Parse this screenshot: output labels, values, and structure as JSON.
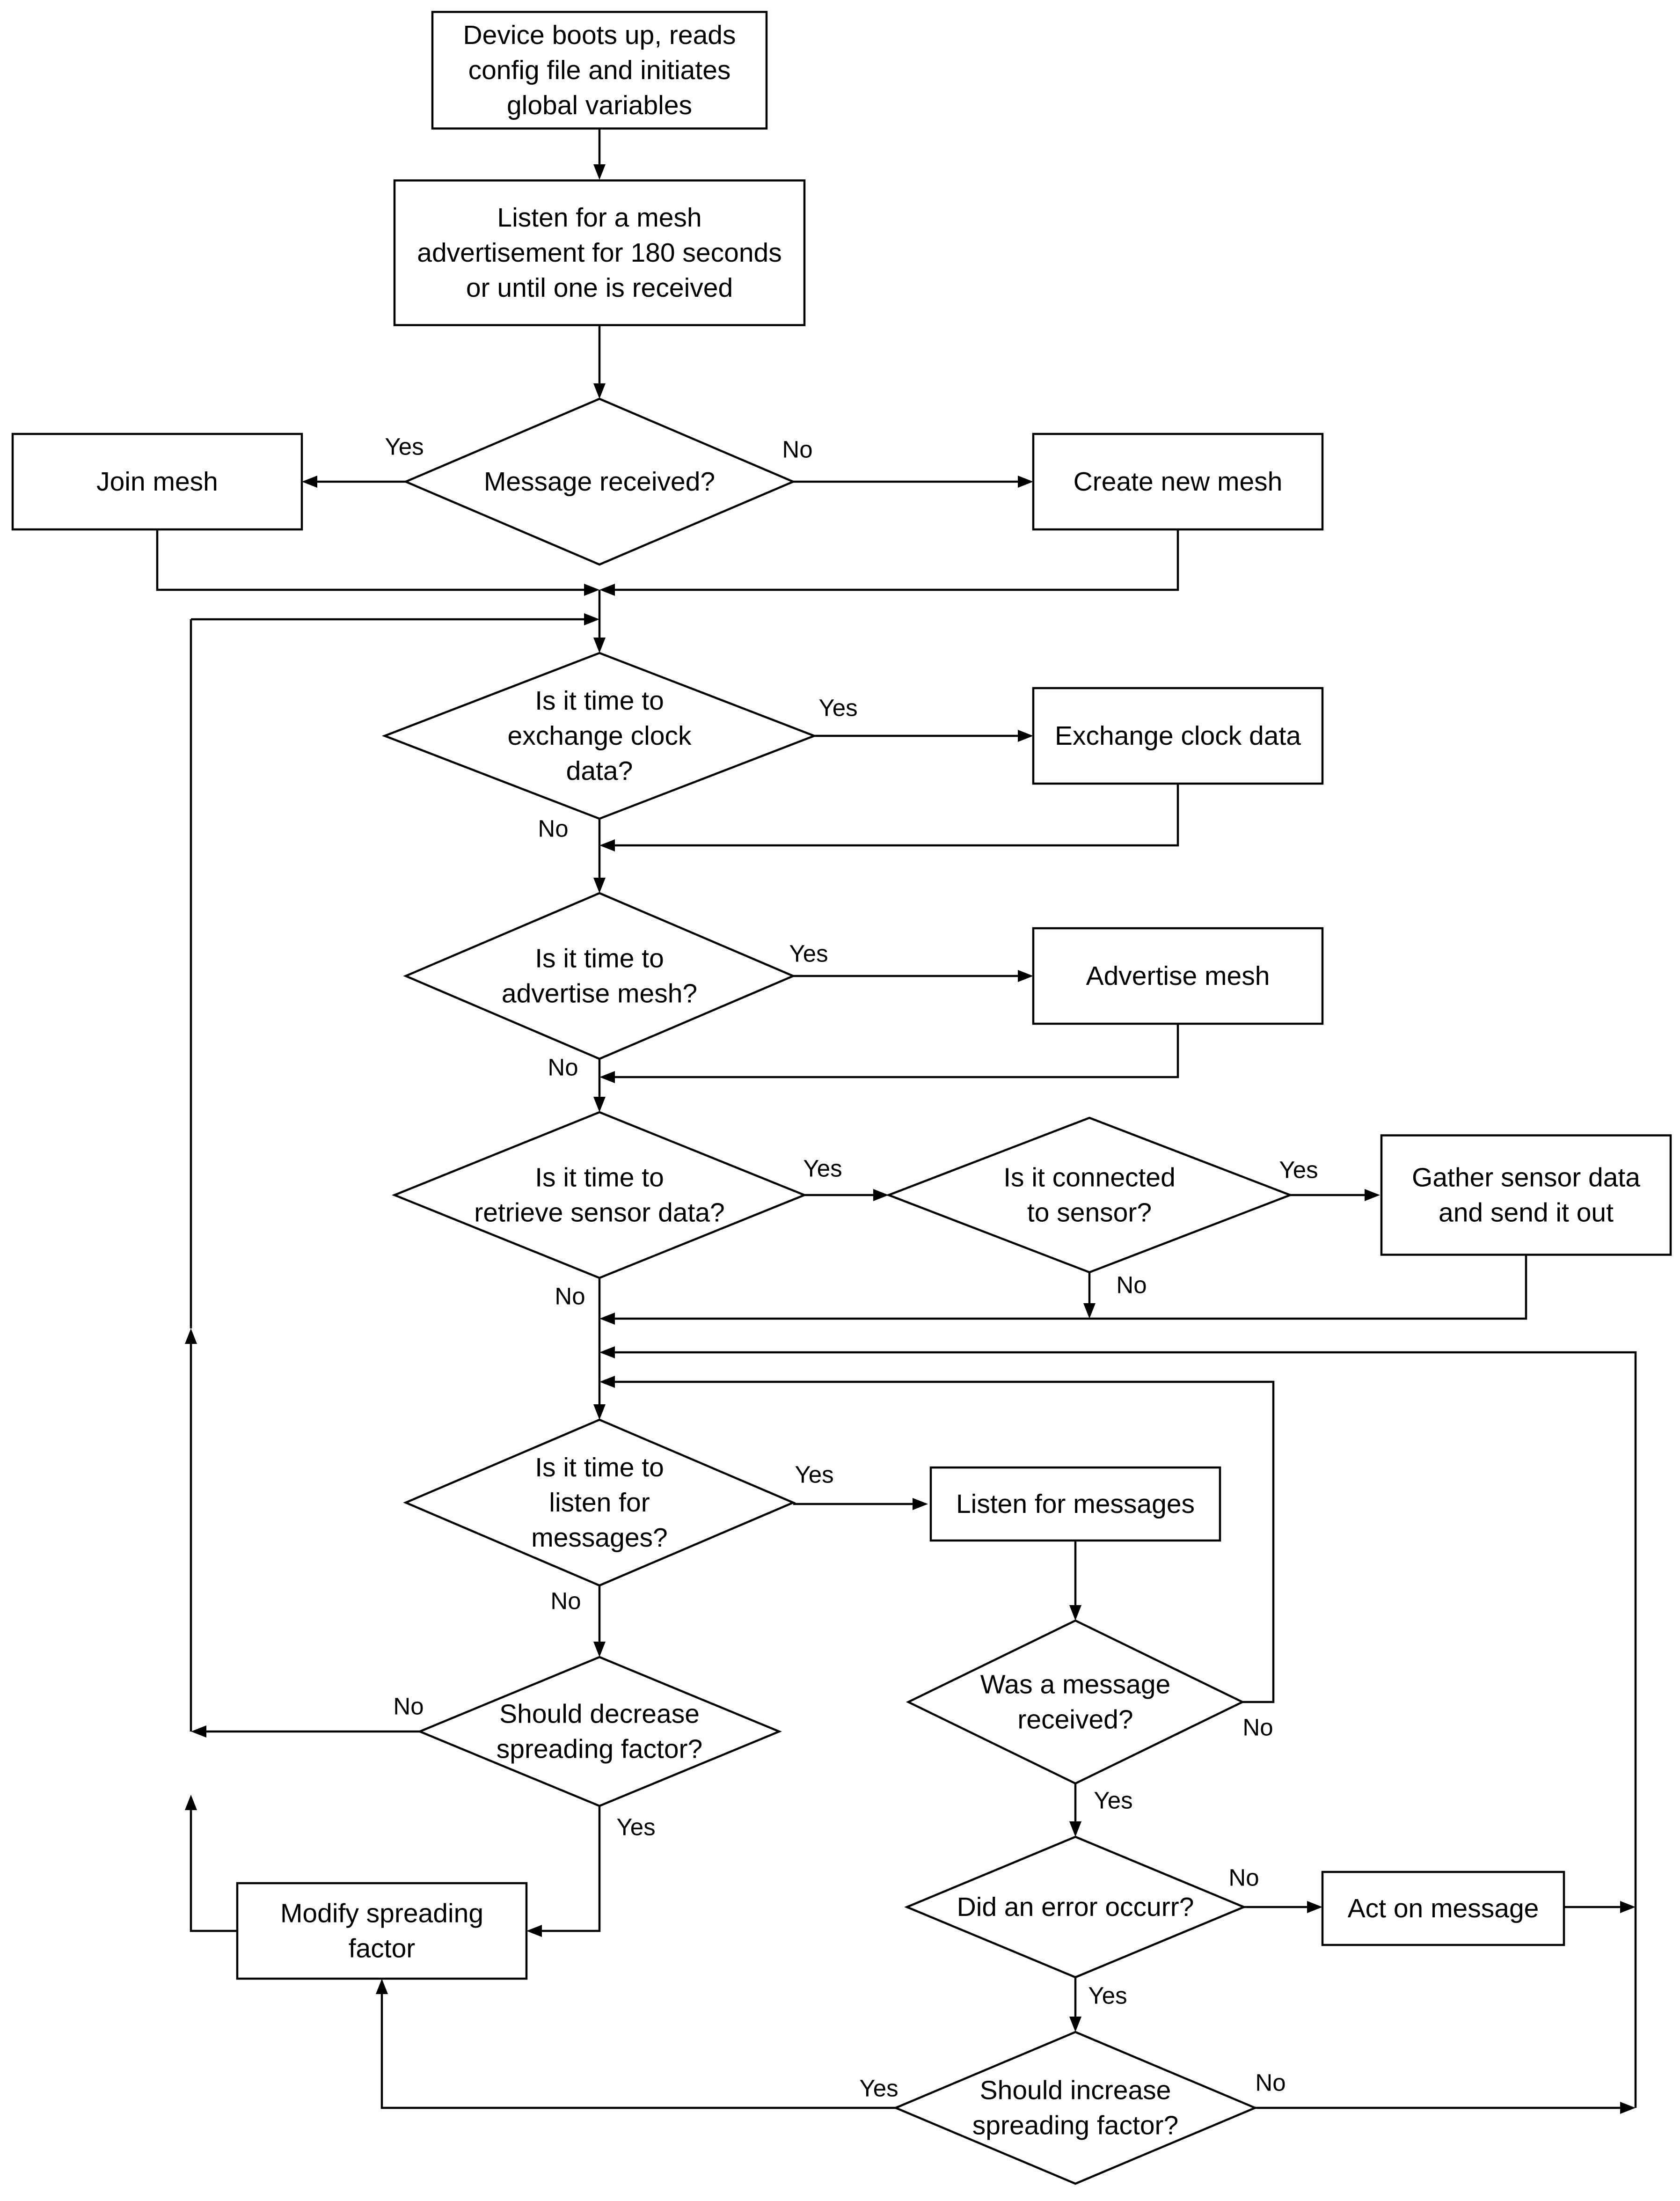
{
  "nodes": {
    "boot": [
      "Device boots up, reads",
      "config file and initiates",
      "global variables"
    ],
    "listen_adv": [
      "Listen for a mesh",
      "advertisement for 180 seconds",
      "or until one is received"
    ],
    "msg_received": [
      "Message received?"
    ],
    "join_mesh": [
      "Join mesh"
    ],
    "create_mesh": [
      "Create new mesh"
    ],
    "time_clock": [
      "Is it time to",
      "exchange clock",
      "data?"
    ],
    "exchange_clock": [
      "Exchange clock data"
    ],
    "time_advertise": [
      "Is it time to",
      "advertise mesh?"
    ],
    "advertise_mesh": [
      "Advertise mesh"
    ],
    "time_sensor": [
      "Is it time to",
      "retrieve sensor data?"
    ],
    "connected_sensor": [
      "Is it connected",
      "to sensor?"
    ],
    "gather_sensor": [
      "Gather sensor data",
      "and send it out"
    ],
    "time_listen": [
      "Is it time to",
      "listen for",
      "messages?"
    ],
    "listen_messages": [
      "Listen for messages"
    ],
    "was_msg_received": [
      "Was a message",
      "received?"
    ],
    "should_decrease": [
      "Should decrease",
      "spreading factor?"
    ],
    "modify_sf": [
      "Modify spreading",
      "factor"
    ],
    "error_occur": [
      "Did an error occurr?"
    ],
    "act_on_message": [
      "Act on message"
    ],
    "should_increase": [
      "Should increase",
      "spreading factor?"
    ]
  },
  "edge_labels": {
    "yes": "Yes",
    "no": "No"
  }
}
